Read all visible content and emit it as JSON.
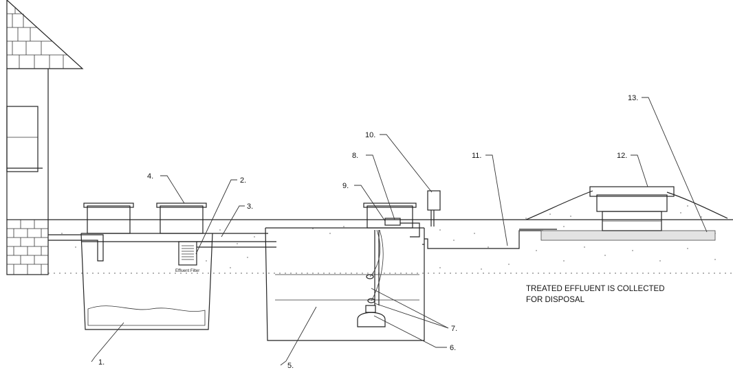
{
  "callouts": {
    "c1": "1.",
    "c2": "2.",
    "c3": "3.",
    "c4": "4.",
    "c5": "5.",
    "c6": "6.",
    "c7": "7.",
    "c8": "8.",
    "c9": "9.",
    "c10": "10.",
    "c11": "11.",
    "c12": "12.",
    "c13": "13."
  },
  "note": {
    "line1": "TREATED EFFLUENT IS COLLECTED",
    "line2": "FOR DISPOSAL"
  },
  "filter_label": "Effluent Filter"
}
